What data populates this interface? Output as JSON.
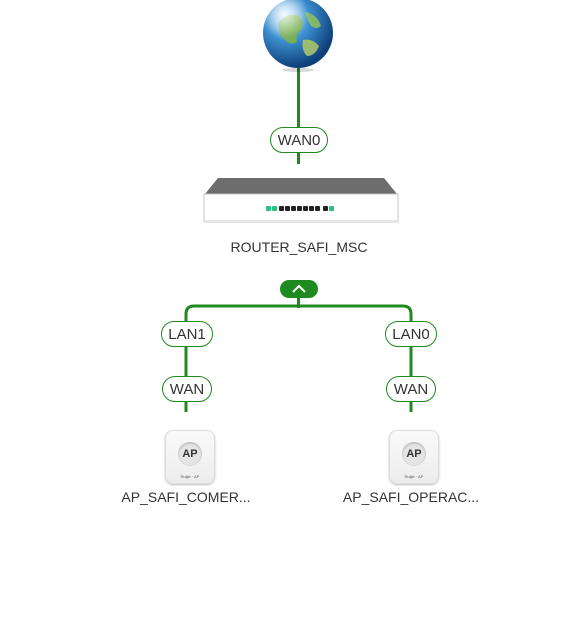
{
  "topology": {
    "internet": {
      "icon": "globe-icon"
    },
    "router": {
      "icon": "router-icon",
      "wan_port": "WAN0",
      "name": "ROUTER_SAFI_MSC",
      "collapse_icon": "chevron-up-icon"
    },
    "children": [
      {
        "lan_port": "LAN1",
        "wan_port": "WAN",
        "icon_text": "AP",
        "name": "AP_SAFI_COMER..."
      },
      {
        "lan_port": "LAN0",
        "wan_port": "WAN",
        "icon_text": "AP",
        "name": "AP_SAFI_OPERAC..."
      }
    ]
  },
  "colors": {
    "link": "#1f8a1f",
    "text": "#333333"
  }
}
